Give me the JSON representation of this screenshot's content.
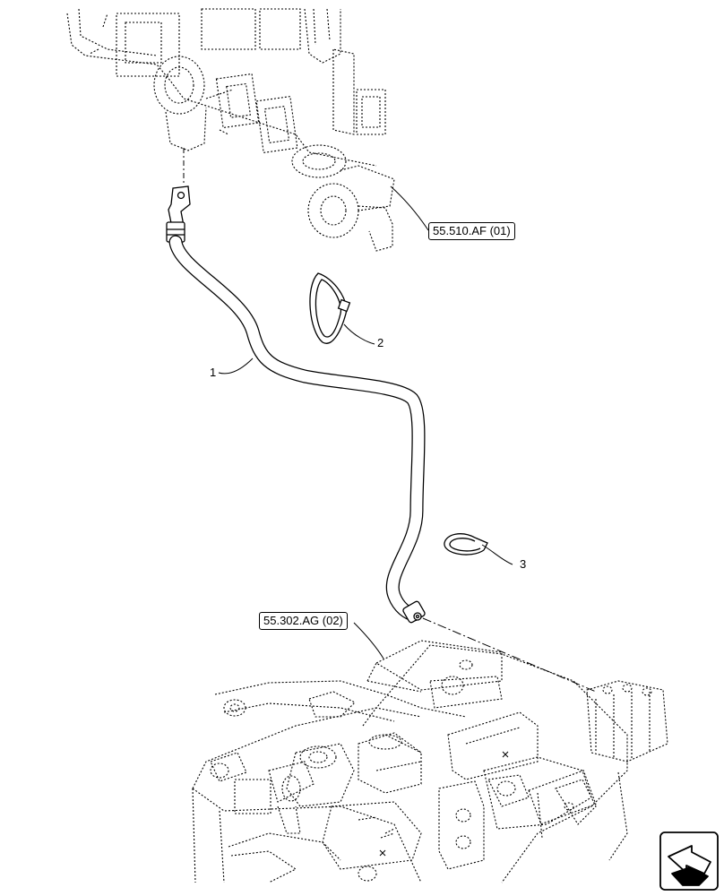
{
  "references": {
    "ref_top": "55.510.AF (01)",
    "ref_bottom": "55.302.AG (02)"
  },
  "callouts": {
    "item1": "1",
    "item2": "2",
    "item3": "3"
  },
  "icons": {
    "nav": "arrow-navigation-icon"
  }
}
